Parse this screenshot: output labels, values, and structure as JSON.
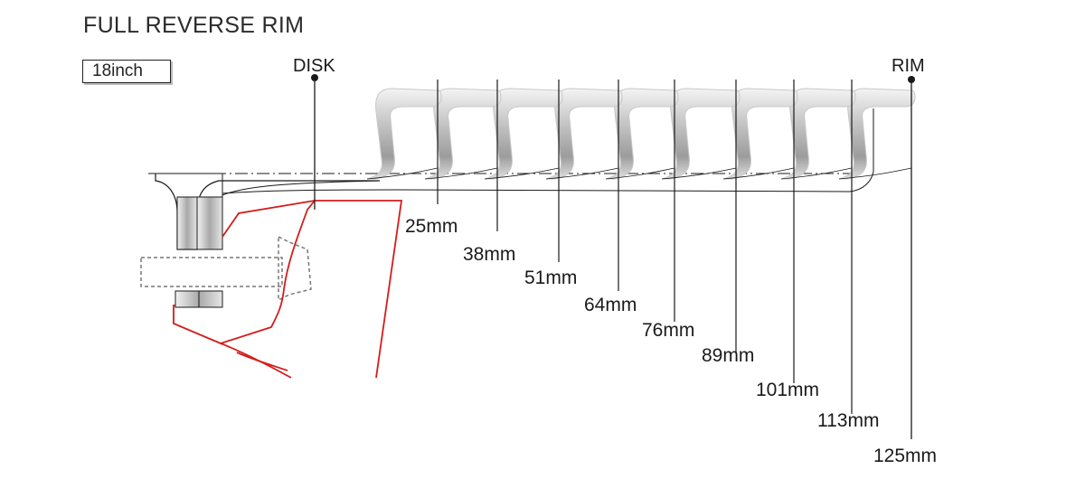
{
  "title": "FULL REVERSE RIM",
  "size_badge": "18inch",
  "markers": {
    "disk": "DISK",
    "rim": "RIM"
  },
  "offsets": [
    "25mm",
    "38mm",
    "51mm",
    "64mm",
    "76mm",
    "89mm",
    "101mm",
    "113mm",
    "125mm"
  ],
  "colors": {
    "line": "#1a1a1a",
    "outline_red": "#d41c1c",
    "rim_fill_light": "#f2f2f2",
    "rim_fill_dark": "#9a9a9a"
  }
}
